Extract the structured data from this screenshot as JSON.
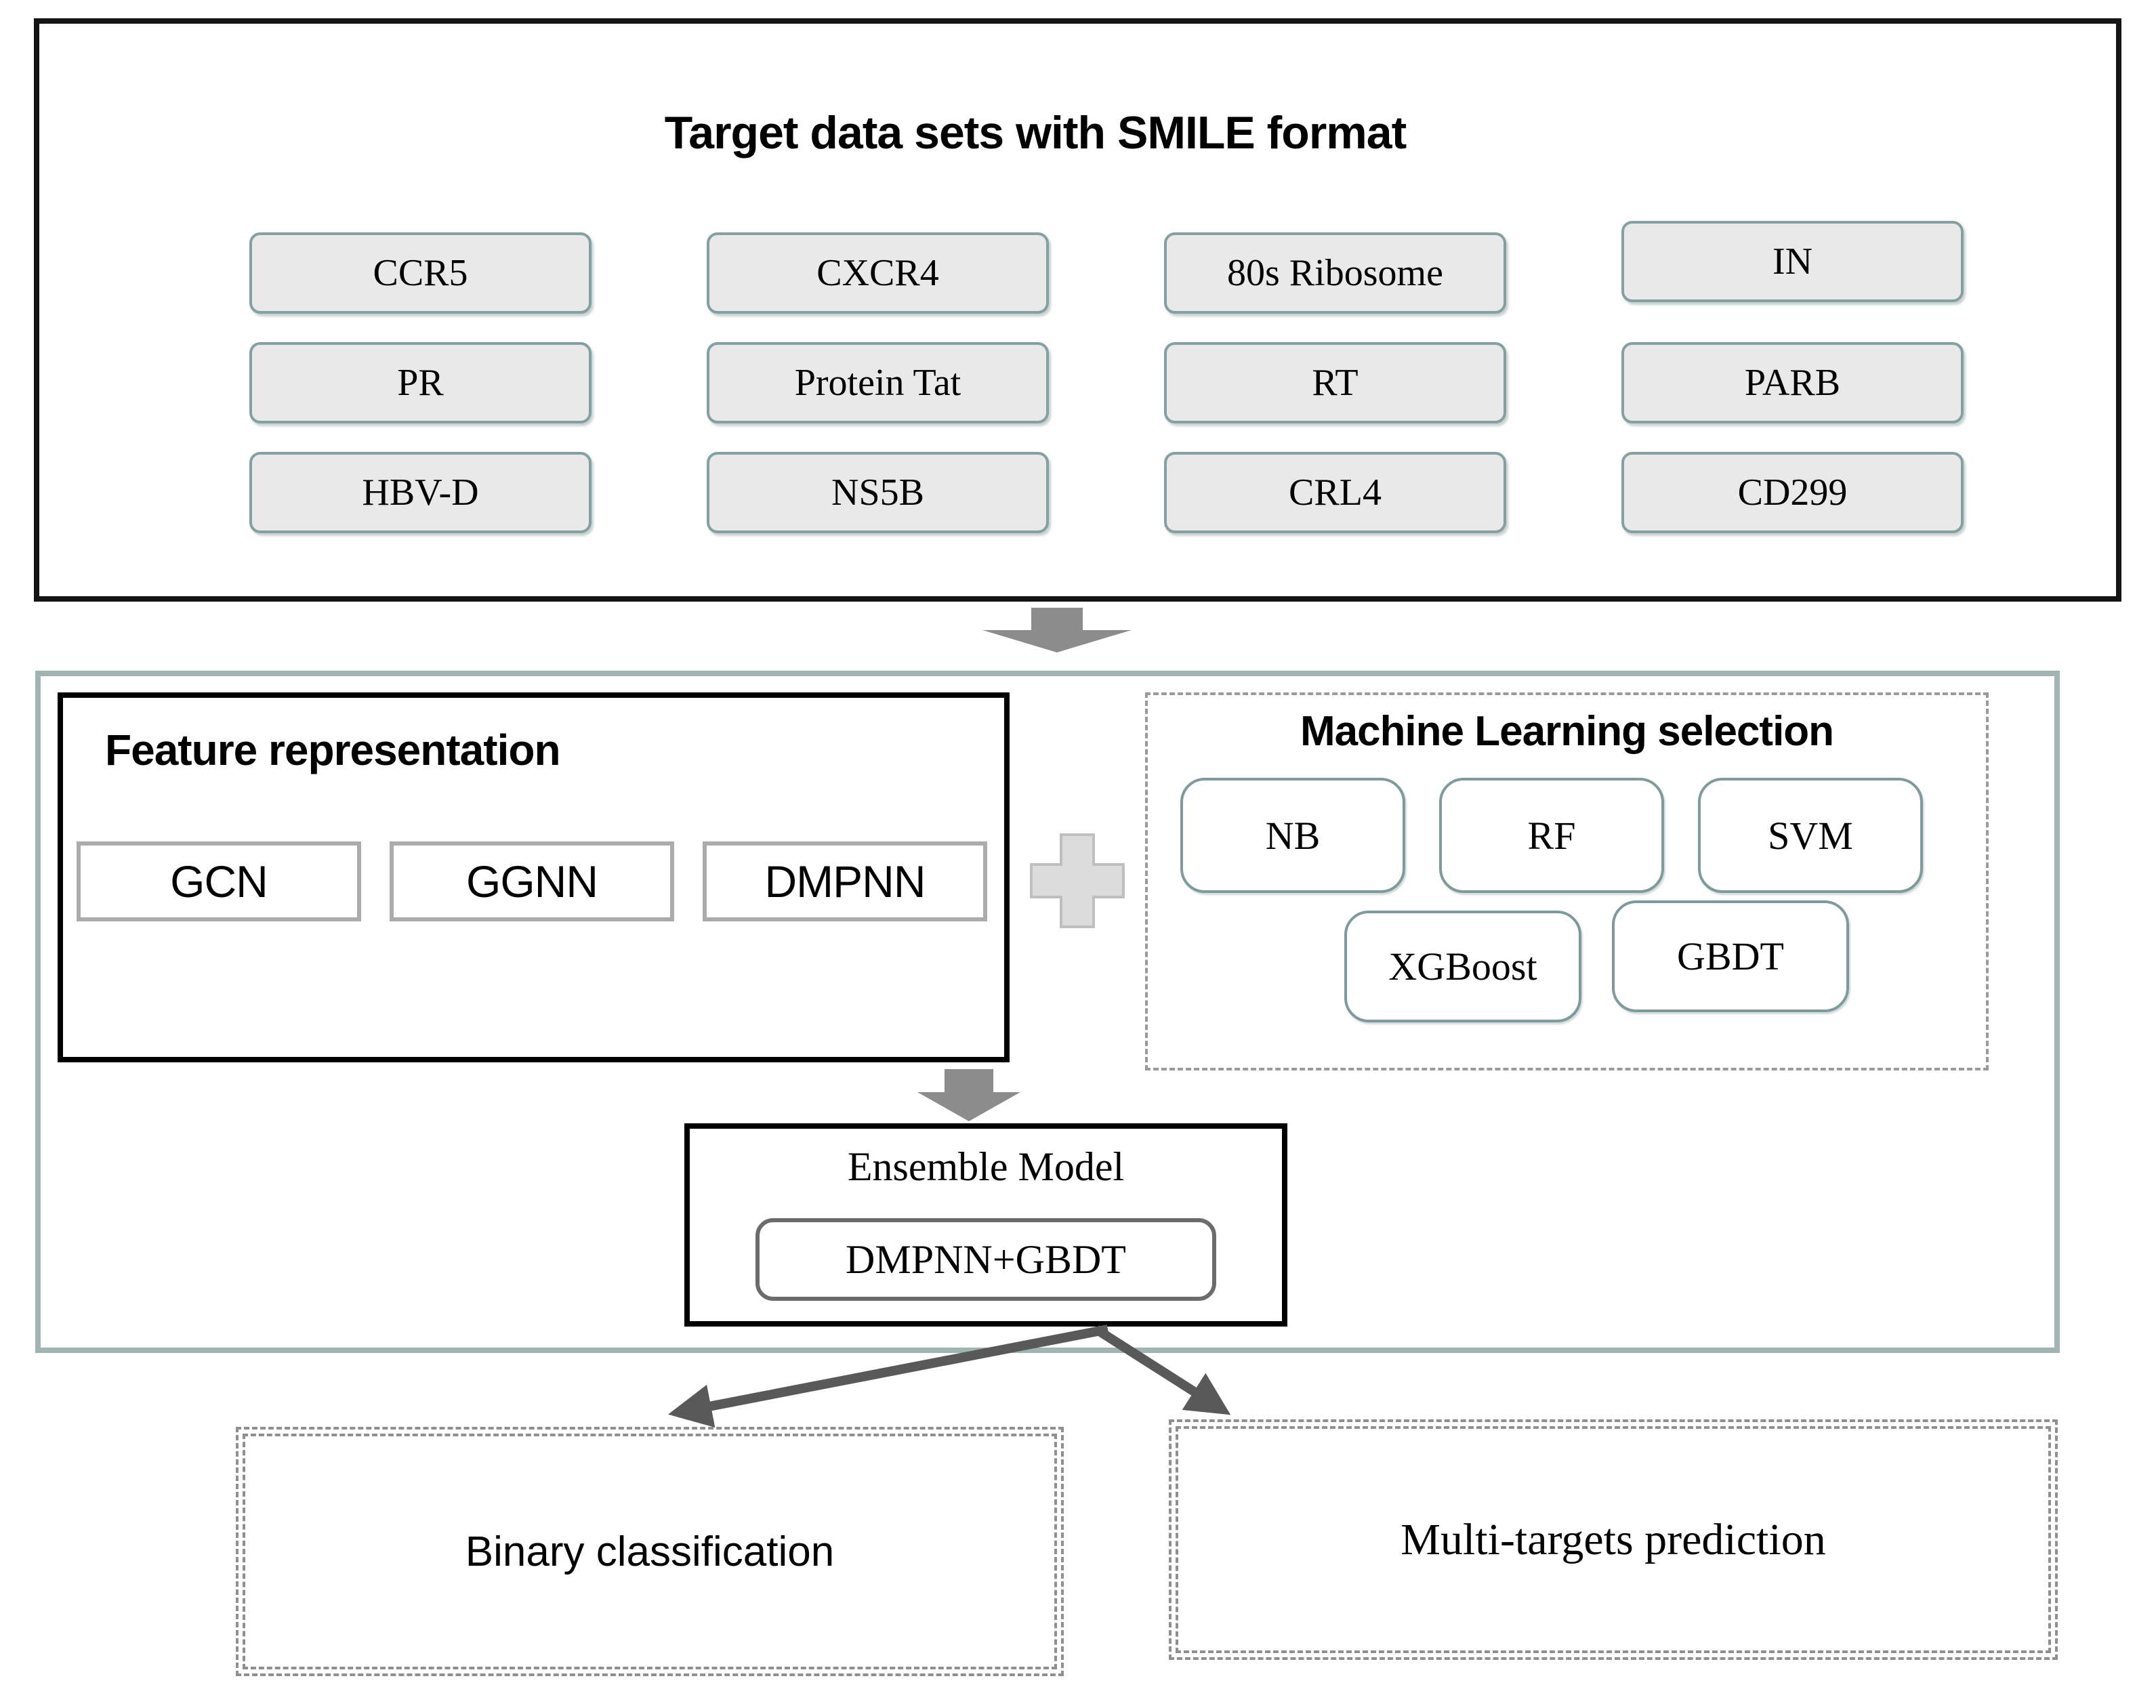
{
  "diagram_title": "Target data sets with SMILE format",
  "targets": [
    "CCR5",
    "CXCR4",
    "80s Ribosome",
    "IN",
    "PR",
    "Protein Tat",
    "RT",
    "PARB",
    "HBV-D",
    "NS5B",
    "CRL4",
    "CD299"
  ],
  "feature_representation": {
    "title": "Feature representation",
    "methods": [
      "GCN",
      "GGNN",
      "DMPNN"
    ]
  },
  "machine_learning": {
    "title": "Machine Learning selection",
    "row1": [
      "NB",
      "RF",
      "SVM"
    ],
    "row2": [
      "XGBoost",
      "GBDT"
    ]
  },
  "ensemble": {
    "title": "Ensemble Model",
    "model": "DMPNN+GBDT"
  },
  "outputs": {
    "binary": "Binary classification",
    "multi": "Multi-targets prediction"
  },
  "icons": {
    "plus": "plus-icon",
    "down_arrow": "down-arrow-icon",
    "branch_arrow": "branch-arrow-icon"
  },
  "colors": {
    "target_box_fill": "#e9e9e9",
    "target_box_border": "#84a0a0",
    "container_border": "#a2b4b2",
    "dashed_border": "#9a9a9a",
    "block_arrow": "#8c8c8c",
    "branch_arrow": "#595959",
    "box_border_black": "#000000"
  }
}
